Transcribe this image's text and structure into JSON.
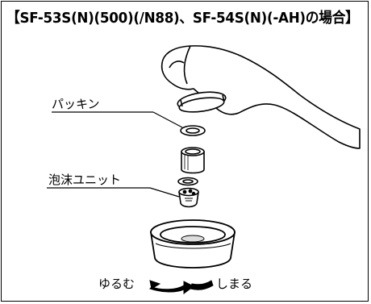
{
  "title": "【SF-53S(N)(500)(/N88)、SF-54S(N)(-AH)の場合】",
  "labels": {
    "packing": "パッキン",
    "foam_unit": "泡沫ユニット",
    "loosen": "ゆるむ",
    "tighten": "しまる"
  }
}
